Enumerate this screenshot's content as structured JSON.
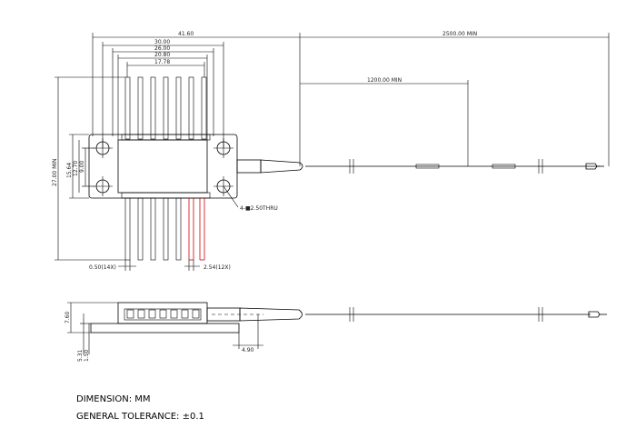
{
  "dimensions": {
    "overall_width": "41.60",
    "body_30": "30.00",
    "body_26": "26.00",
    "body_20": "20.80",
    "pin_span": "17.78",
    "fiber_min": "2500.00 MIN",
    "fiber_mark": "1200.00 MIN",
    "height_min": "27.00 MIN",
    "h_15": "15.64",
    "h_12": "12.70",
    "h_9": "9.00",
    "pin_width": "0.50(14X)",
    "pin_pitch": "2.54(12X)",
    "hole": "4-■2.50THRU",
    "side_height": "7.60",
    "side_base": "5.31",
    "side_flange": "1.50",
    "side_offset": "4.90"
  },
  "notes": {
    "dimension_unit": "DIMENSION: MM",
    "tolerance": "GENERAL TOLERANCE: ±0.1"
  }
}
